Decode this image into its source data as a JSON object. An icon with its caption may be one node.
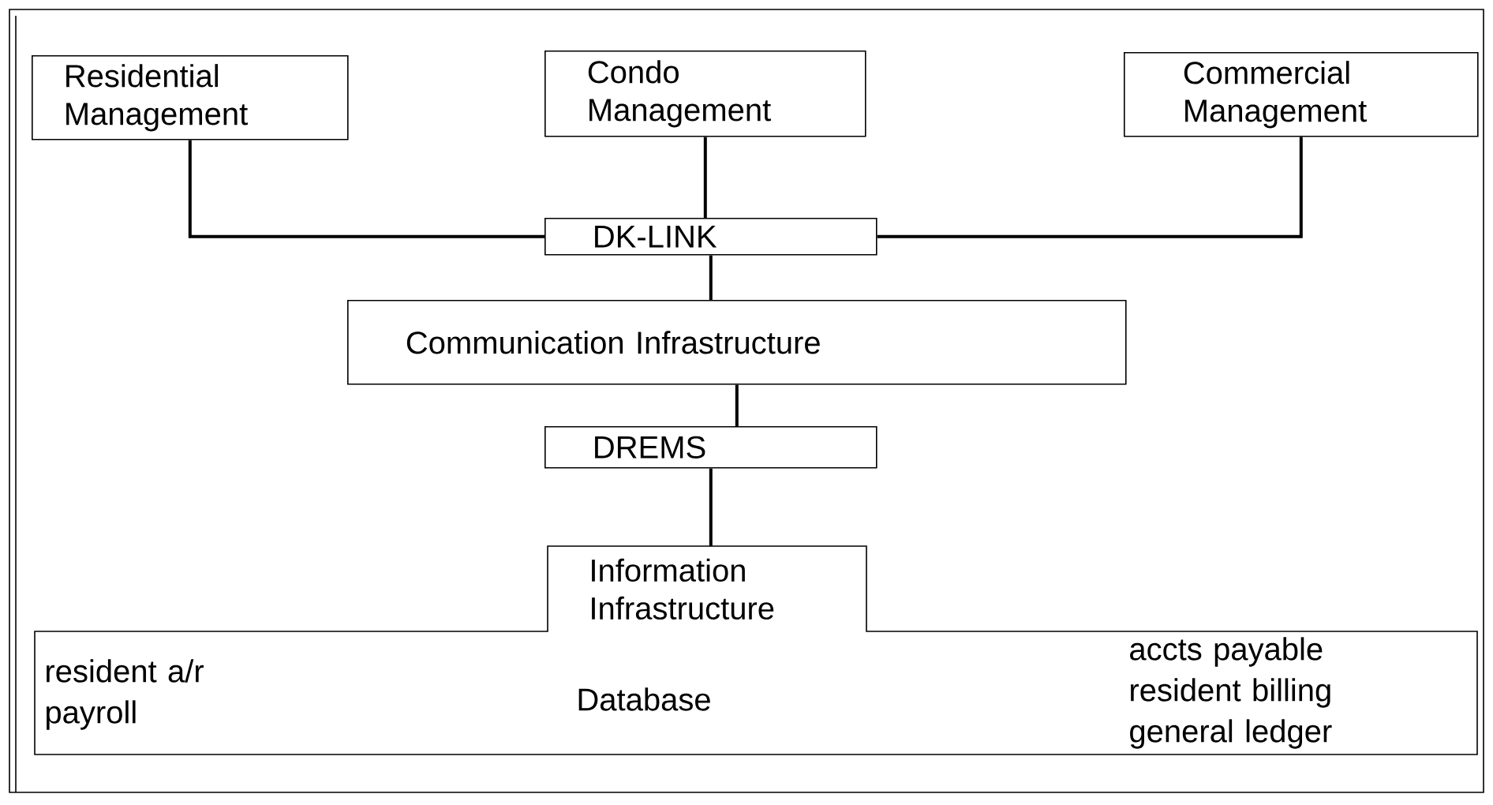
{
  "diagram": {
    "nodes": [
      {
        "text": [
          "Residential Management"
        ]
      },
      {
        "text": [
          "Condo Management"
        ]
      },
      {
        "text": [
          "Commercial Management"
        ]
      },
      {
        "text": [
          "DK-LINK"
        ]
      },
      {
        "text": [
          "Communication Infrastructure"
        ]
      },
      {
        "text": [
          "DREMS"
        ]
      },
      {
        "text": [
          "Information Infrastructure",
          "resident a/r payroll",
          "Database",
          "accts payable resident billing general ledger"
        ]
      }
    ],
    "edges": [
      {
        "from": 0,
        "to": 3,
        "arrow": "none"
      },
      {
        "from": 1,
        "to": 3,
        "arrow": "none"
      },
      {
        "from": 2,
        "to": 3,
        "arrow": "none"
      },
      {
        "from": 3,
        "to": 4,
        "arrow": "none"
      },
      {
        "from": 4,
        "to": 5,
        "arrow": "none"
      },
      {
        "from": 5,
        "to": 6,
        "arrow": "none"
      }
    ]
  }
}
